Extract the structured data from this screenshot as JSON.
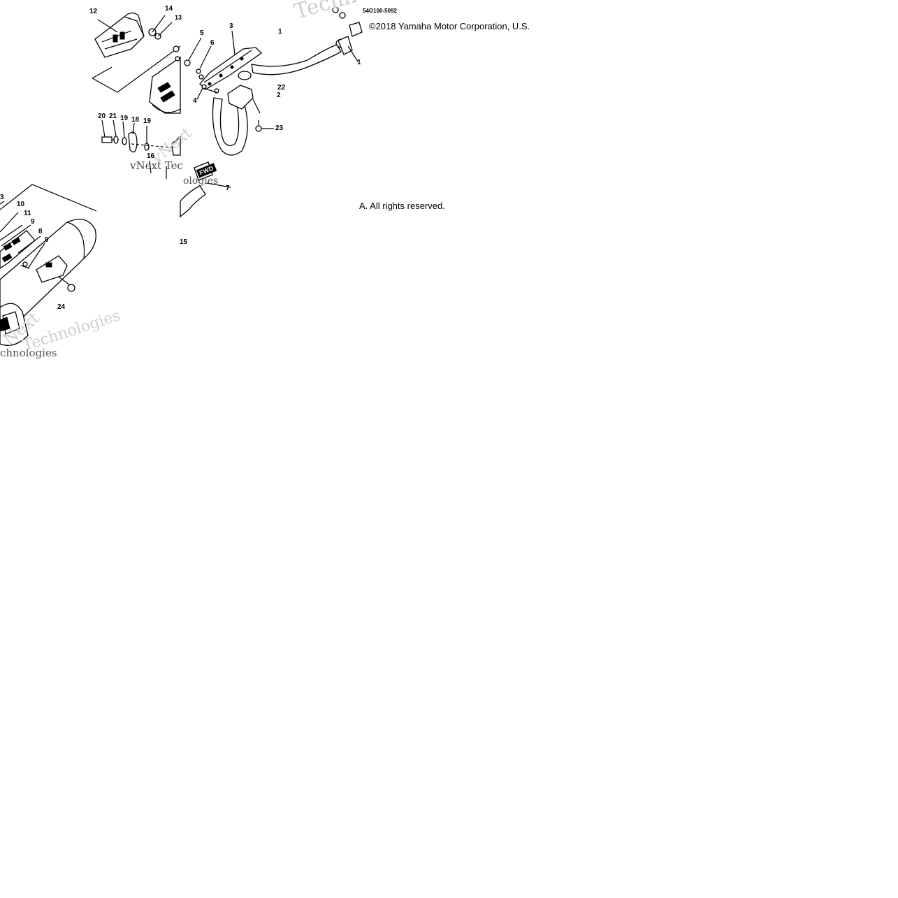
{
  "diagram": {
    "part_code": "54G100-5092",
    "copyright_line1": "©2018 Yamaha Motor Corporation, U.S.",
    "copyright_line2": "A. All rights reserved.",
    "badge_fwd": "FWD",
    "watermarks": {
      "w1": "Techn",
      "w2": "vNext Tec",
      "w3": "vNext",
      "w4": "ologies",
      "w5": "Next",
      "w6": "chnologies",
      "w7": "Technologies"
    },
    "callouts": {
      "c1": "1",
      "c1b": "1",
      "c2": "2",
      "c3": "3",
      "c3b": "3",
      "c4": "4",
      "c5": "5",
      "c6": "6",
      "c7": "7",
      "c8": "8",
      "c9a": "9",
      "c9b": "9",
      "c10": "10",
      "c11": "11",
      "c12": "12",
      "c13": "13",
      "c14": "14",
      "c15": "15",
      "c16": "16",
      "c18": "18",
      "c19a": "19",
      "c19b": "19",
      "c20": "20",
      "c21": "21",
      "c22": "22",
      "c23": "23",
      "c24": "24"
    }
  }
}
